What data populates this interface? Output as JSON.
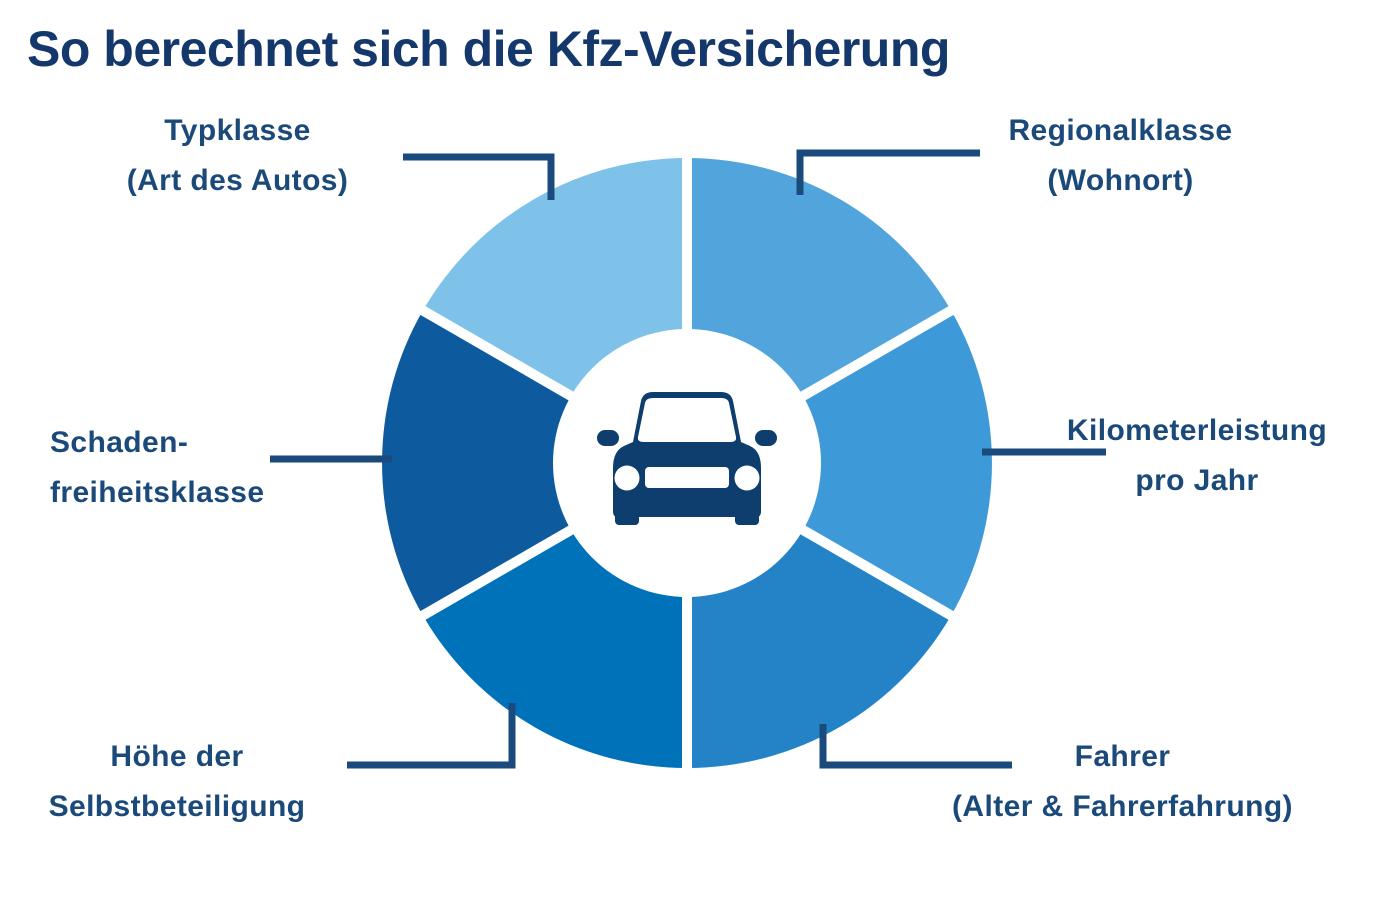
{
  "title": "So berechnet sich die Kfz-Versicherung",
  "colors": {
    "background": "#FFFFFF",
    "title_text": "#14386B",
    "label_text": "#1B4A7A",
    "leader_line": "#1A4B7C",
    "car_icon": "#0D3E6D"
  },
  "segments": [
    {
      "id": "typklasse",
      "position": "top-left",
      "line1": "Typklasse",
      "line2": "(Art des Autos)",
      "color": "#7EC2EA"
    },
    {
      "id": "regionalklasse",
      "position": "top-right",
      "line1": "Regionalklasse",
      "line2": "(Wohnort)",
      "color": "#52A5DC"
    },
    {
      "id": "kilometerleistung",
      "position": "right",
      "line1": "Kilometerleistung",
      "line2": "pro Jahr",
      "color": "#3E99D8"
    },
    {
      "id": "fahrer",
      "position": "bottom-right",
      "line1": "Fahrer",
      "line2": "(Alter & Fahrerfahrung)",
      "color": "#2383C6"
    },
    {
      "id": "selbstbeteiligung",
      "position": "bottom-left",
      "line1": "Höhe der",
      "line2": "Selbstbeteiligung",
      "color": "#0072BA"
    },
    {
      "id": "schadenfreiheitsklasse",
      "position": "left",
      "line1": "Schaden-",
      "line2": "freiheitsklasse",
      "color": "#0D5A9E"
    }
  ],
  "center_icon": "car-icon"
}
